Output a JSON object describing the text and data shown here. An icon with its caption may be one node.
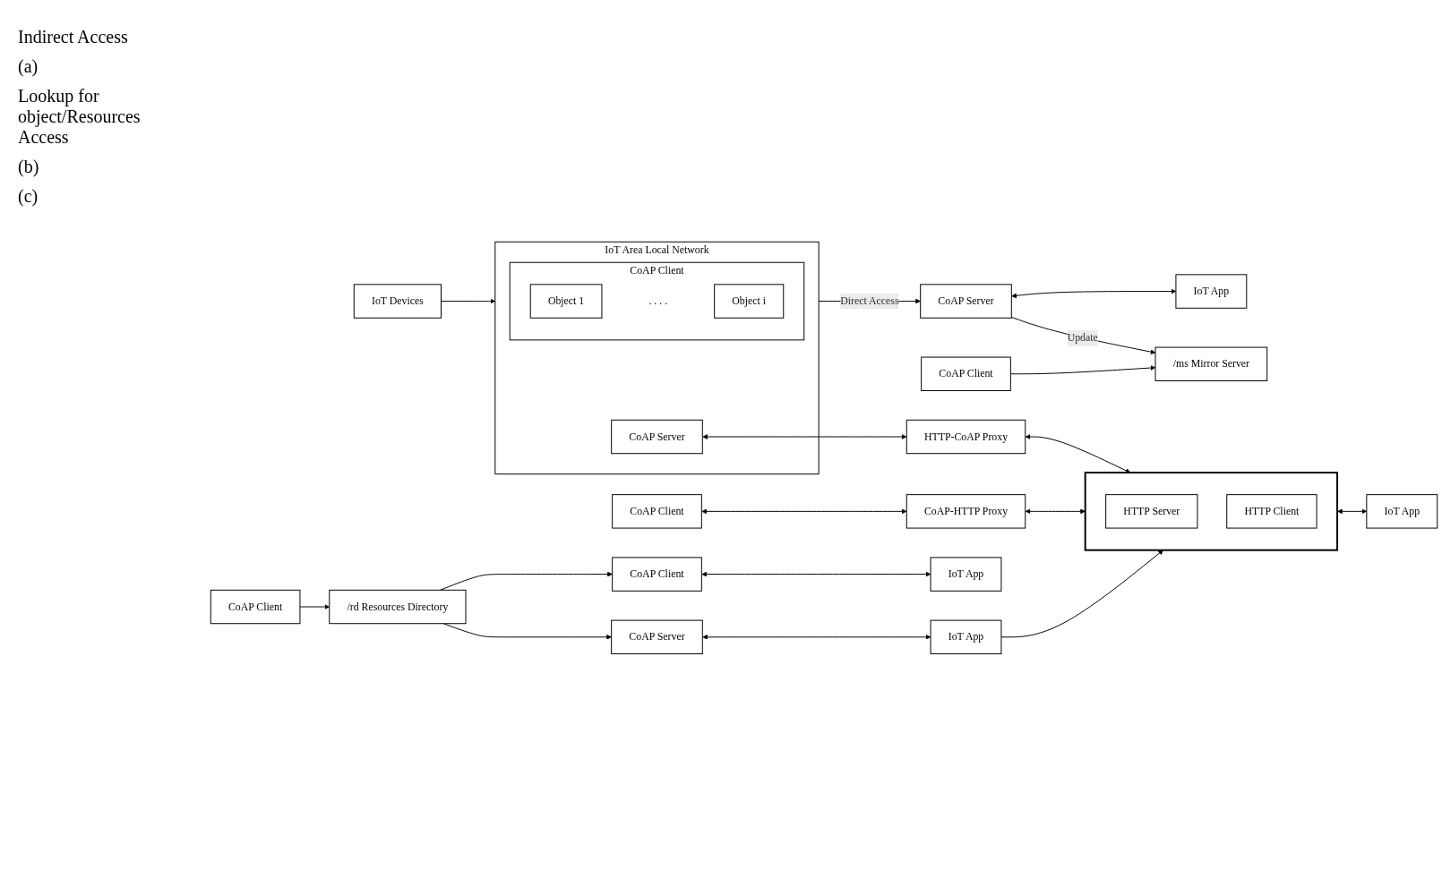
{
  "diagram": {
    "nodes": [
      {
        "text": [
          "IoT Devices"
        ]
      },
      {
        "text": [
          "IoT Area Local Network"
        ]
      },
      {
        "text": [
          "CoAP Client"
        ],
        "in": 1
      },
      {
        "text": [
          "Object 1"
        ],
        "in": 2
      },
      {
        "text": [
          ". . . ."
        ],
        "in": 2
      },
      {
        "text": [
          "Object i"
        ],
        "in": 2
      },
      {
        "text": [
          "CoAP Server"
        ],
        "in": 1
      },
      {
        "text": [
          "CoAP Server"
        ]
      },
      {
        "text": [
          "IoT App"
        ]
      },
      {
        "text": [
          "CoAP Client"
        ]
      },
      {
        "text": [
          "/ms Mirror Server"
        ]
      },
      {
        "text": [
          "CoAP Client"
        ]
      },
      {
        "text": [
          "/rd Resources Directory"
        ]
      },
      {
        "text": [
          "CoAP Client"
        ]
      },
      {
        "text": [
          "IoT App"
        ]
      },
      {
        "text": [
          "CoAP Server"
        ]
      },
      {
        "text": [
          "IoT App"
        ]
      },
      {
        "text": [
          "CoAP Client"
        ]
      },
      {
        "text": [
          "CoAP-HTTP Proxy"
        ]
      },
      {
        "text": [
          "HTTP-CoAP Proxy"
        ]
      },
      {
        "text": [],
        "shape": "box"
      },
      {
        "text": [
          "HTTP Server"
        ],
        "in": 20
      },
      {
        "text": [
          "HTTP Client"
        ],
        "in": 20
      },
      {
        "text": [
          "IoT App"
        ]
      }
    ],
    "edges": [
      {
        "from": 0,
        "to": 1,
        "arrow": "to"
      },
      {
        "from": 1,
        "to": 7,
        "arrow": "to",
        "label": "Direct Access"
      },
      {
        "from": 7,
        "to": 8,
        "arrow": "both"
      },
      {
        "from": 9,
        "to": 10,
        "arrow": "to"
      },
      {
        "from": 7,
        "to": 10,
        "arrow": "to",
        "label": "Update"
      },
      {
        "from": 11,
        "to": 12,
        "arrow": "to"
      },
      {
        "from": 12,
        "to": 13,
        "arrow": "to"
      },
      {
        "from": 12,
        "to": 15,
        "arrow": "to"
      },
      {
        "from": 13,
        "to": 14,
        "arrow": "both"
      },
      {
        "from": 15,
        "to": 16,
        "arrow": "both"
      },
      {
        "from": 16,
        "to": 20,
        "arrow": "to"
      },
      {
        "from": 17,
        "to": 18,
        "arrow": "both"
      },
      {
        "from": 18,
        "to": 20,
        "arrow": "both"
      },
      {
        "from": 6,
        "to": 19,
        "arrow": "both"
      },
      {
        "from": 19,
        "to": 20,
        "arrow": "both"
      },
      {
        "from": 20,
        "to": 23,
        "arrow": "both"
      }
    ],
    "labels": [
      "Indirect Access",
      "(a)",
      "Lookup for object/Resources Access",
      "(b)",
      "(c)"
    ]
  }
}
